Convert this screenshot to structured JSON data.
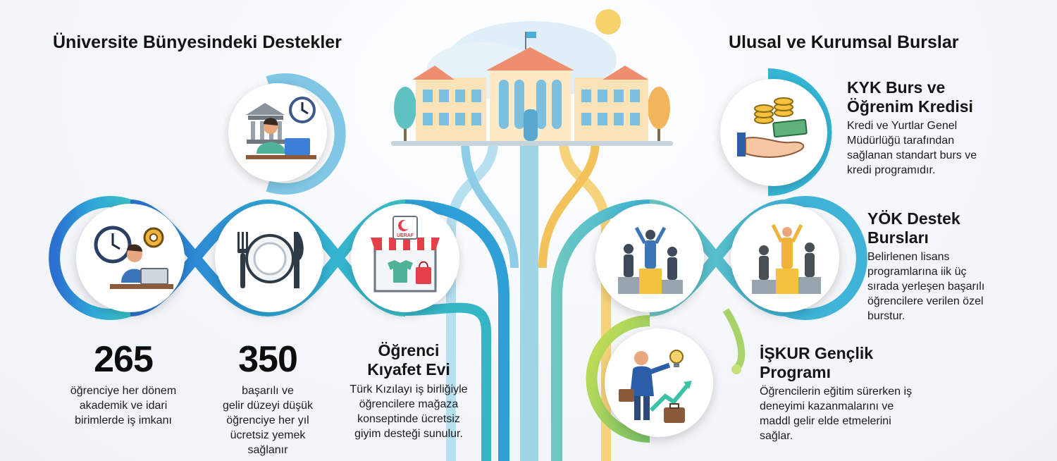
{
  "left": {
    "heading": "Üniversite Bünyesindeki Destekler",
    "stat1": {
      "number": "265",
      "lines": [
        "öğrenciye her dönem",
        "akademik ve idari",
        "birimlerde iş imkanı"
      ]
    },
    "stat2": {
      "number": "350",
      "lines": [
        "başarılı ve",
        "gelir düzeyi düşük",
        "öğrenciye her yıl",
        "ücretsiz yemek",
        "sağlanır"
      ]
    },
    "clothing": {
      "title_lines": [
        "Öğrenci",
        "Kıyafet Evi"
      ],
      "lines": [
        "Türk Kızılayı iş birliğiyle",
        "öğrencilere mağaza",
        "konseptinde ücretsiz",
        "giyim desteği sunulur."
      ],
      "sign": "UERAF"
    }
  },
  "right": {
    "heading": "Ulusal ve Kurumsal Burslar",
    "kyk": {
      "title_lines": [
        "KYK Burs ve",
        "Öğrenim Kredisi"
      ],
      "lines": [
        "Kredi ve Yurtlar Genel",
        "Müdürlüğü tarafından",
        "sağlanan standart burs ve",
        "kredi programıdır."
      ]
    },
    "yok": {
      "title_lines": [
        "YÖK Destek",
        "Bursları"
      ],
      "lines": [
        "Belirlenen lisans",
        "programlarına iik üç",
        "sırada yerleşen başarılı",
        "öğrencilere verilen özel",
        "burstur."
      ]
    },
    "iskur": {
      "title_lines": [
        "İŞKUR Gençlik",
        "Programı"
      ],
      "lines": [
        "Öğrencilerin eğitim sürerken iş",
        "deneyimi kazanmalarını ve",
        "maddl gelir elde etmelerini",
        "sağlar."
      ]
    }
  },
  "icons": [
    "university-icon",
    "clock-icon",
    "laptop-icon",
    "gear-icon",
    "fork-icon",
    "plate-icon",
    "knife-icon",
    "store-icon",
    "red-crescent-icon",
    "shirt-icon",
    "shopping-bag-icon",
    "coins-icon",
    "hand-icon",
    "podium-icon",
    "trophy-person-icon",
    "businessman-icon",
    "lightbulb-icon",
    "briefcase-icon",
    "growth-arrow-icon",
    "sun-icon",
    "tree-icon",
    "flag-icon"
  ],
  "colors": {
    "blue": "#2b8fd6",
    "teal": "#35b6c6",
    "light_blue": "#7fc7e4",
    "green": "#9ccc4a",
    "yellow": "#f2c14e",
    "orange": "#f4a640"
  }
}
